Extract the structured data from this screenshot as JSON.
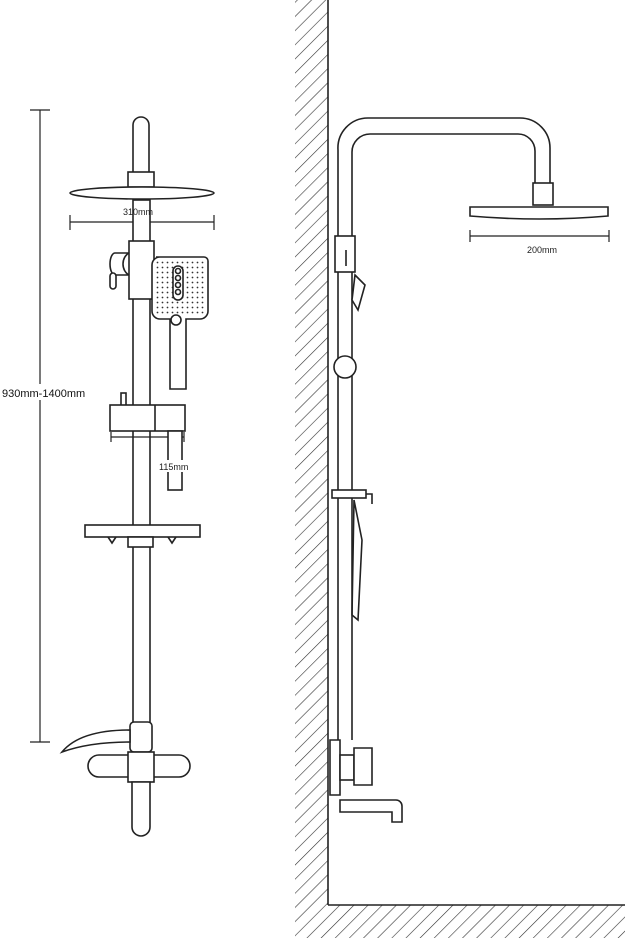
{
  "front_view": {
    "head_diameter_label": "310mm",
    "height_range_label": "930mm-1400mm",
    "slider_width_label": "115mm"
  },
  "side_view": {
    "head_width_label": "200mm"
  }
}
